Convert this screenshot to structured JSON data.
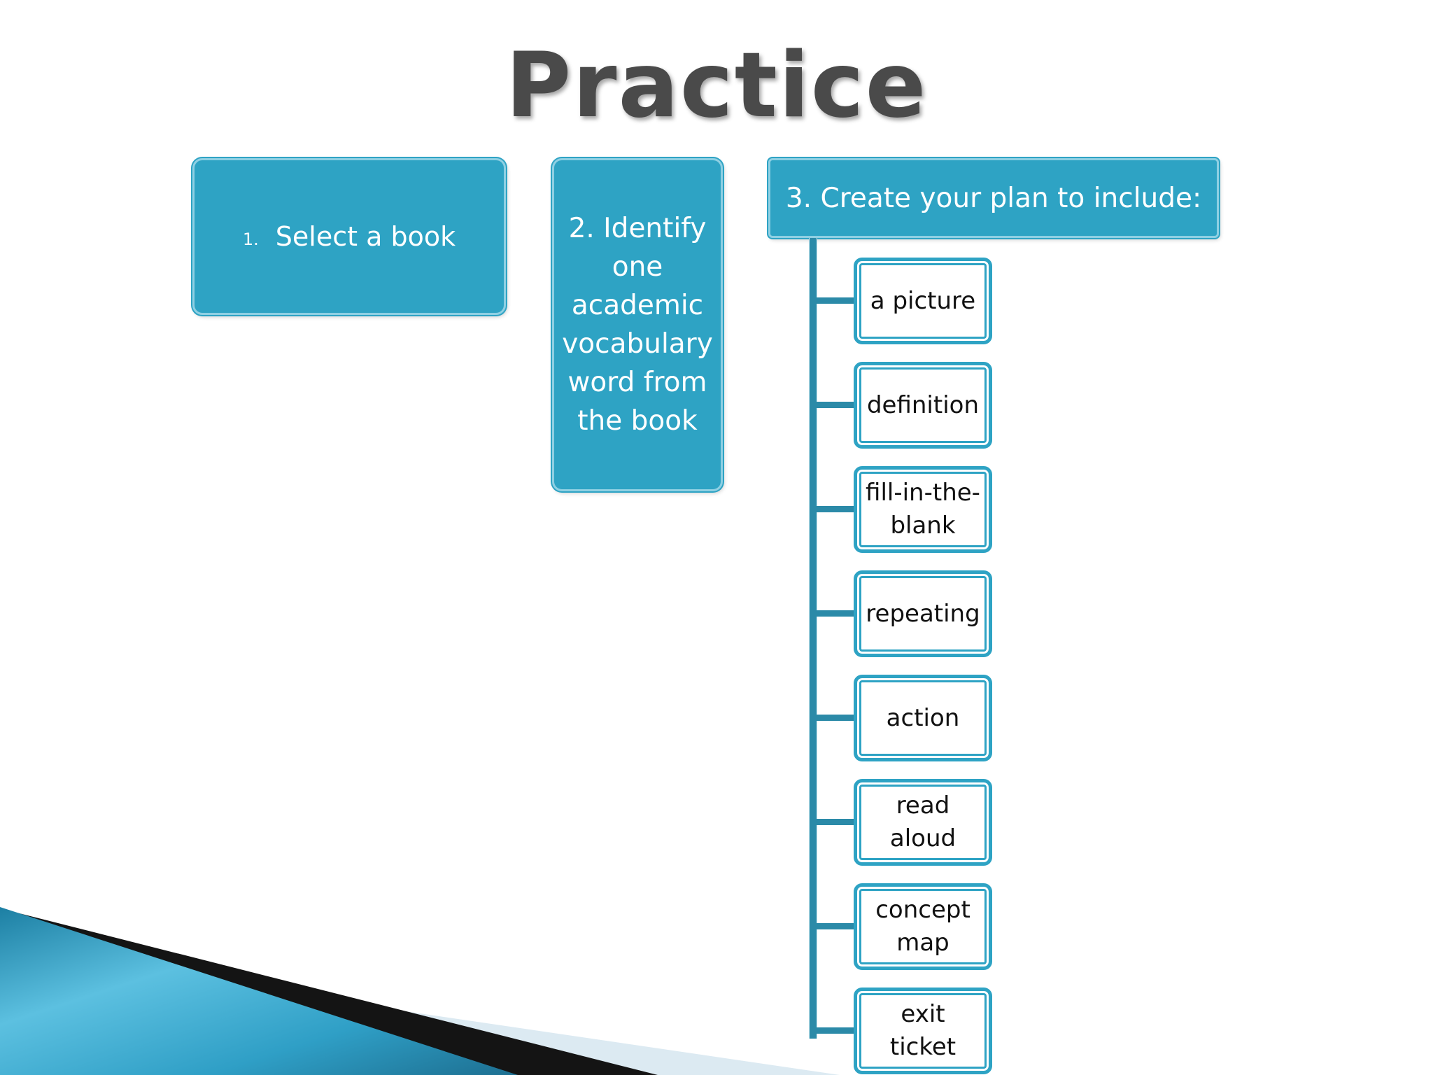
{
  "title": "Practice",
  "steps": {
    "step1": {
      "number": "1.",
      "label": "Select a book"
    },
    "step2": {
      "label": "2. Identify one academic vocabulary word from the book"
    },
    "step3": {
      "label": "3. Create your plan to include:"
    }
  },
  "plan_items": [
    "a picture",
    "definition",
    "fill-in-the-blank",
    "repeating",
    "action",
    "read aloud",
    "concept map",
    "exit ticket"
  ],
  "colors": {
    "box_fill": "#2ea3c4",
    "box_border": "#8fd0e3",
    "connector": "#2b8aa8",
    "title_text": "#4a4a4a"
  }
}
